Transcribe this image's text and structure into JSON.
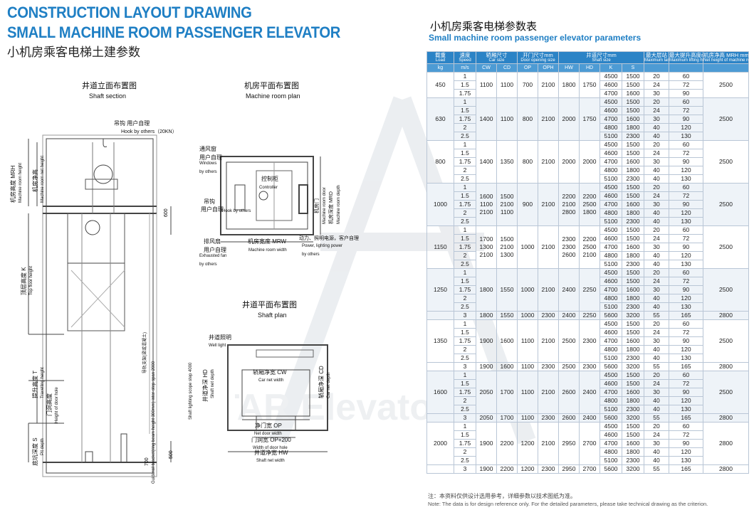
{
  "header": {
    "title_line1": "CONSTRUCTION LAYOUT DRAWING",
    "title_line2": "SMALL MACHINE ROOM PASSENGER ELEVATOR",
    "title_cn": "小机房乘客电梯土建参数"
  },
  "watermark": "STAR Elevator",
  "shaft_section": {
    "title_cn": "井道立面布置图",
    "title_en": "Shaft section",
    "hook_cn": "吊钩 用户自理",
    "hook_en": "Hook by others（20KN）",
    "mrh_cn": "机房高度 MRH",
    "mrh_en": "Machine room height",
    "mrh_net_cn": "机房净高",
    "mrh_net_en": "Machine room net height",
    "top_cn": "顶层高度 K",
    "top_en": "Top floor height",
    "travel_cn": "提升高度 T",
    "travel_en": "Travelling height",
    "door_cn": "门洞高度",
    "door_en": "Height of door hole",
    "pit_cn": "底坑深度 S",
    "pit_en": "Pit depth",
    "bracket_cn": "导轨支架(梁或混凝土)",
    "bracket_en": "Guiderail bracket(ring beam height 300mm) inter-step span 2000",
    "light_en": "Shaft lighting scope step 4000",
    "dim_600": "600",
    "dim_700": "700",
    "dim_500": "500"
  },
  "machine_room": {
    "title_cn": "机房平面布置图",
    "title_en": "Machine room plan",
    "window_cn": "通风窗",
    "window_cn2": "用户自理",
    "window_en": "Windows",
    "window_en2": "by others",
    "controller_cn": "控制柜",
    "controller_en": "Controller",
    "hook_cn": "吊钩",
    "hook_cn2": "用户自理",
    "hook_en": "Hook by others",
    "fan_cn": "排风扇",
    "fan_cn2": "用户自理",
    "fan_en": "Exhausted fan",
    "fan_en2": "by others",
    "mrw_cn": "机房宽度 MRW",
    "mrw_en": "Machine room width",
    "power_cn": "动力、照明电源，客户自理",
    "power_en": "Power, lighting power",
    "power_en2": "by others",
    "depth_cn": "机房深度 MRD",
    "depth_en": "Machine room depth",
    "door_cn": "机房门",
    "door_en": "Machine room door"
  },
  "shaft_plan": {
    "title_cn": "井道平面布置图",
    "title_en": "Shaft plan",
    "light_cn": "井道照明",
    "light_en": "Well light",
    "hd_cn": "井道净深 HD",
    "hd_en": "Shaft net depth",
    "cw_cn": "轿厢净宽 CW",
    "cw_en": "Car net width",
    "cd_cn": "轿厢净深 CD",
    "cd_en": "Car net depth",
    "op_cn": "净门宽 OP",
    "op_en": "Net door width",
    "door_hole_cn": "门洞宽 OP+200",
    "door_hole_en": "Width of door hole",
    "hw_cn": "井道净宽 HW",
    "hw_en": "Shaft net width"
  },
  "params": {
    "title_cn": "小机房乘客电梯参数表",
    "title_en": "Small machine room passenger elevator parameters",
    "headers": {
      "load": [
        "载重",
        "Load"
      ],
      "speed": [
        "速度",
        "Speed"
      ],
      "car": [
        "轿厢尺寸",
        "Car size"
      ],
      "door": [
        "开门尺寸mm",
        "Door opening size"
      ],
      "shaft": [
        "井道尺寸mm",
        "Shaft size"
      ],
      "landing": [
        "最大层站",
        "Maximum landing"
      ],
      "lift": [
        "最大提升高度m",
        "Maximum lifting height"
      ],
      "mrh": [
        "机房净高 MRH mm",
        "Net height of machine room"
      ]
    },
    "units": [
      "kg",
      "m/s",
      "CW",
      "CD",
      "OP",
      "OPH",
      "HW",
      "HD",
      "K",
      "S",
      "",
      "",
      ""
    ],
    "groups": [
      {
        "load": "450",
        "base": {
          "cw": "1100",
          "cd": "1100",
          "op": "700",
          "oph": "2100",
          "hw": "1800",
          "hd": "1750",
          "mrh": "2500"
        },
        "rows": [
          [
            "1",
            "4500",
            "1500",
            "20",
            "60"
          ],
          [
            "1.5",
            "4600",
            "1500",
            "24",
            "72"
          ],
          [
            "1.75",
            "4700",
            "1600",
            "30",
            "90"
          ]
        ],
        "extra": null
      },
      {
        "load": "630",
        "base": {
          "cw": "1400",
          "cd": "1100",
          "op": "800",
          "oph": "2100",
          "hw": "2000",
          "hd": "1750",
          "mrh": "2500"
        },
        "rows": [
          [
            "1",
            "4500",
            "1500",
            "20",
            "60"
          ],
          [
            "1.5",
            "4600",
            "1500",
            "24",
            "72"
          ],
          [
            "1.75",
            "4700",
            "1600",
            "30",
            "90"
          ],
          [
            "2",
            "4800",
            "1800",
            "40",
            "120"
          ],
          [
            "2.5",
            "5100",
            "2300",
            "40",
            "130"
          ]
        ],
        "extra": null
      },
      {
        "load": "800",
        "base": {
          "cw": "1400",
          "cd": "1350",
          "op": "800",
          "oph": "2100",
          "hw": "2000",
          "hd": "2000",
          "mrh": "2500"
        },
        "rows": [
          [
            "1",
            "4500",
            "1500",
            "20",
            "60"
          ],
          [
            "1.5",
            "4600",
            "1500",
            "24",
            "72"
          ],
          [
            "1.75",
            "4700",
            "1600",
            "30",
            "90"
          ],
          [
            "2",
            "4800",
            "1800",
            "40",
            "120"
          ],
          [
            "2.5",
            "5100",
            "2300",
            "40",
            "130"
          ]
        ],
        "extra": null
      },
      {
        "load": "1000",
        "base": {
          "cw": "1600\n1100\n2100",
          "cd": "1500\n2100\n1100",
          "op": "900",
          "oph": "2100",
          "hw": "2200\n2100\n2800",
          "hd": "2200\n2500\n1800",
          "mrh": "2500"
        },
        "rows": [
          [
            "1",
            "4500",
            "1500",
            "20",
            "60"
          ],
          [
            "1.5",
            "4600",
            "1500",
            "24",
            "72"
          ],
          [
            "1.75",
            "4700",
            "1600",
            "30",
            "90"
          ],
          [
            "2",
            "4800",
            "1800",
            "40",
            "120"
          ],
          [
            "2.5",
            "5100",
            "2300",
            "40",
            "130"
          ]
        ],
        "extra": null
      },
      {
        "load": "1150",
        "base": {
          "cw": "1700\n1300\n2100",
          "cd": "1500\n2100\n1300",
          "op": "1000",
          "oph": "2100",
          "hw": "2300\n2300\n2600",
          "hd": "2200\n2500\n2100",
          "mrh": "2500"
        },
        "rows": [
          [
            "1",
            "4500",
            "1500",
            "20",
            "60"
          ],
          [
            "1.5",
            "4600",
            "1500",
            "24",
            "72"
          ],
          [
            "1.75",
            "4700",
            "1600",
            "30",
            "90"
          ],
          [
            "2",
            "4800",
            "1800",
            "40",
            "120"
          ],
          [
            "2.5",
            "5100",
            "2300",
            "40",
            "130"
          ]
        ],
        "extra": null
      },
      {
        "load": "1250",
        "base": {
          "cw": "1800",
          "cd": "1550",
          "op": "1000",
          "oph": "2100",
          "hw": "2400",
          "hd": "2250",
          "mrh": "2500"
        },
        "rows": [
          [
            "1",
            "4500",
            "1500",
            "20",
            "60"
          ],
          [
            "1.5",
            "4600",
            "1500",
            "24",
            "72"
          ],
          [
            "1.75",
            "4700",
            "1600",
            "30",
            "90"
          ],
          [
            "2",
            "4800",
            "1800",
            "40",
            "120"
          ],
          [
            "2.5",
            "5100",
            "2300",
            "40",
            "130"
          ]
        ],
        "extra": [
          "3",
          "1800",
          "1550",
          "1000",
          "2300",
          "2400",
          "2250",
          "5600",
          "3200",
          "55",
          "165",
          "2800"
        ]
      },
      {
        "load": "1350",
        "base": {
          "cw": "1900",
          "cd": "1600",
          "op": "1100",
          "oph": "2100",
          "hw": "2500",
          "hd": "2300",
          "mrh": "2500"
        },
        "rows": [
          [
            "1",
            "4500",
            "1500",
            "20",
            "60"
          ],
          [
            "1.5",
            "4600",
            "1500",
            "24",
            "72"
          ],
          [
            "1.75",
            "4700",
            "1600",
            "30",
            "90"
          ],
          [
            "2",
            "4800",
            "1800",
            "40",
            "120"
          ],
          [
            "2.5",
            "5100",
            "2300",
            "40",
            "130"
          ]
        ],
        "extra": [
          "3",
          "1900",
          "1600",
          "1100",
          "2300",
          "2500",
          "2300",
          "5600",
          "3200",
          "55",
          "165",
          "2800"
        ]
      },
      {
        "load": "1600",
        "base": {
          "cw": "2050",
          "cd": "1700",
          "op": "1100",
          "oph": "2100",
          "hw": "2600",
          "hd": "2400",
          "mrh": "2500"
        },
        "rows": [
          [
            "1",
            "4500",
            "1500",
            "20",
            "60"
          ],
          [
            "1.5",
            "4600",
            "1500",
            "24",
            "72"
          ],
          [
            "1.75",
            "4700",
            "1600",
            "30",
            "90"
          ],
          [
            "2",
            "4800",
            "1800",
            "40",
            "120"
          ],
          [
            "2.5",
            "5100",
            "2300",
            "40",
            "130"
          ]
        ],
        "extra": [
          "3",
          "2050",
          "1700",
          "1100",
          "2300",
          "2600",
          "2400",
          "5600",
          "3200",
          "55",
          "165",
          "2800"
        ]
      },
      {
        "load": "2000",
        "base": {
          "cw": "1900",
          "cd": "2200",
          "op": "1200",
          "oph": "2100",
          "hw": "2950",
          "hd": "2700",
          "mrh": "2800"
        },
        "rows": [
          [
            "1",
            "4500",
            "1500",
            "20",
            "60"
          ],
          [
            "1.5",
            "4600",
            "1500",
            "24",
            "72"
          ],
          [
            "1.75",
            "4700",
            "1600",
            "30",
            "90"
          ],
          [
            "2",
            "4800",
            "1800",
            "40",
            "120"
          ],
          [
            "2.5",
            "5100",
            "2300",
            "40",
            "130"
          ]
        ],
        "extra": [
          "3",
          "1900",
          "2200",
          "1200",
          "2300",
          "2950",
          "2700",
          "5600",
          "3200",
          "55",
          "165",
          "2800"
        ]
      }
    ],
    "note_cn": "注：本资料仅供设计选用参考，详细参数以技术图纸为准。",
    "note_en": "Note: The data is for design reference only. For the detailed parameters, please take technical drawing as the criterion."
  }
}
